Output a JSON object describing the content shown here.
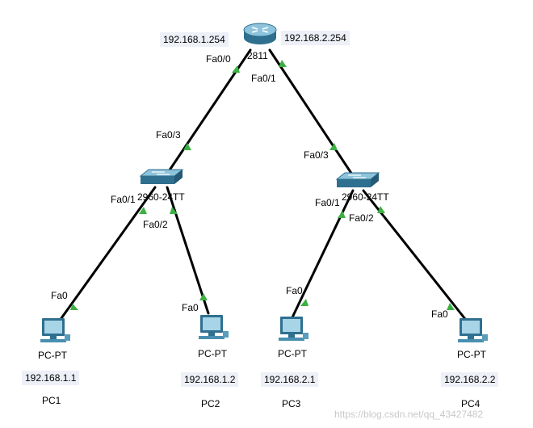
{
  "router": {
    "model": "2811",
    "left_ip": "192.168.1.254",
    "right_ip": "192.168.2.254",
    "port_left": "Fa0/0",
    "port_right": "Fa0/1"
  },
  "switch1": {
    "model": "2960-24TT",
    "uplink_port": "Fa0/3",
    "port_a": "Fa0/1",
    "port_b": "Fa0/2"
  },
  "switch2": {
    "model": "2960-24TT",
    "uplink_port": "Fa0/3",
    "port_a": "Fa0/1",
    "port_b": "Fa0/2"
  },
  "pcs": [
    {
      "type": "PC-PT",
      "port": "Fa0",
      "ip": "192.168.1.1",
      "name": "PC1"
    },
    {
      "type": "PC-PT",
      "port": "Fa0",
      "ip": "192.168.1.2",
      "name": "PC2"
    },
    {
      "type": "PC-PT",
      "port": "Fa0",
      "ip": "192.168.2.1",
      "name": "PC3"
    },
    {
      "type": "PC-PT",
      "port": "Fa0",
      "ip": "192.168.2.2",
      "name": "PC4"
    }
  ],
  "watermark": "https://blog.csdn.net/qq_43427482",
  "colors": {
    "link": "#000000",
    "link_light": "#3cb043",
    "ip_bg": "#eef0f8"
  }
}
